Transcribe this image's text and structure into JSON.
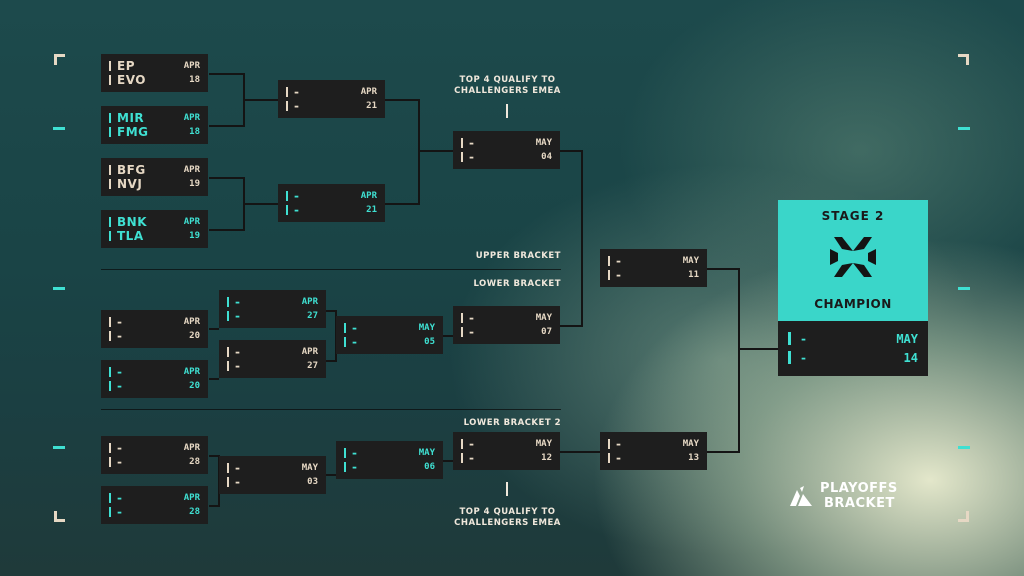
{
  "matches": [
    {
      "id": "m1",
      "t1": "EP",
      "t2": "EVO",
      "month": "APR",
      "day": "18",
      "color": "tan"
    },
    {
      "id": "m2",
      "t1": "MIR",
      "t2": "FMG",
      "month": "APR",
      "day": "18",
      "color": "cyan"
    },
    {
      "id": "m3",
      "t1": "BFG",
      "t2": "NVJ",
      "month": "APR",
      "day": "19",
      "color": "tan"
    },
    {
      "id": "m4",
      "t1": "BNK",
      "t2": "TLA",
      "month": "APR",
      "day": "19",
      "color": "cyan"
    },
    {
      "id": "m5",
      "t1": "-",
      "t2": "-",
      "month": "APR",
      "day": "21",
      "color": "tan"
    },
    {
      "id": "m6",
      "t1": "-",
      "t2": "-",
      "month": "APR",
      "day": "21",
      "color": "cyan"
    },
    {
      "id": "m7",
      "t1": "-",
      "t2": "-",
      "month": "MAY",
      "day": "04",
      "color": "tan"
    },
    {
      "id": "m8",
      "t1": "-",
      "t2": "-",
      "month": "MAY",
      "day": "11",
      "color": "tan"
    },
    {
      "id": "m9",
      "t1": "-",
      "t2": "-",
      "month": "APR",
      "day": "20",
      "color": "tan"
    },
    {
      "id": "m10",
      "t1": "-",
      "t2": "-",
      "month": "APR",
      "day": "20",
      "color": "cyan"
    },
    {
      "id": "m11",
      "t1": "-",
      "t2": "-",
      "month": "APR",
      "day": "27",
      "color": "cyan"
    },
    {
      "id": "m12",
      "t1": "-",
      "t2": "-",
      "month": "APR",
      "day": "27",
      "color": "tan"
    },
    {
      "id": "m13",
      "t1": "-",
      "t2": "-",
      "month": "MAY",
      "day": "05",
      "color": "cyan"
    },
    {
      "id": "m14",
      "t1": "-",
      "t2": "-",
      "month": "MAY",
      "day": "07",
      "color": "tan"
    },
    {
      "id": "m15",
      "t1": "-",
      "t2": "-",
      "month": "APR",
      "day": "28",
      "color": "tan"
    },
    {
      "id": "m16",
      "t1": "-",
      "t2": "-",
      "month": "APR",
      "day": "28",
      "color": "cyan"
    },
    {
      "id": "m17",
      "t1": "-",
      "t2": "-",
      "month": "MAY",
      "day": "03",
      "color": "tan"
    },
    {
      "id": "m18",
      "t1": "-",
      "t2": "-",
      "month": "MAY",
      "day": "06",
      "color": "cyan"
    },
    {
      "id": "m19",
      "t1": "-",
      "t2": "-",
      "month": "MAY",
      "day": "12",
      "color": "tan"
    },
    {
      "id": "m20",
      "t1": "-",
      "t2": "-",
      "month": "MAY",
      "day": "13",
      "color": "tan"
    }
  ],
  "labels": {
    "qualify_top": "TOP 4 QUALIFY TO\nCHALLENGERS EMEA",
    "qualify_bottom": "TOP 4 QUALIFY TO\nCHALLENGERS EMEA",
    "upper": "UPPER BRACKET",
    "lower": "LOWER BRACKET",
    "lower2": "LOWER BRACKET 2"
  },
  "champion": {
    "stage": "STAGE 2",
    "title": "CHAMPION",
    "t1": "-",
    "t2": "-",
    "month": "MAY",
    "day": "14"
  },
  "logo": {
    "line1": "PLAYOFFS",
    "line2": "BRACKET",
    "icon": "valorant-champions-tour-icon"
  },
  "colors": {
    "accent": "#3fe0d2",
    "tan": "#e6d8c4",
    "card": "#1e1e1e",
    "champion_bg": "#3ad6c9"
  }
}
